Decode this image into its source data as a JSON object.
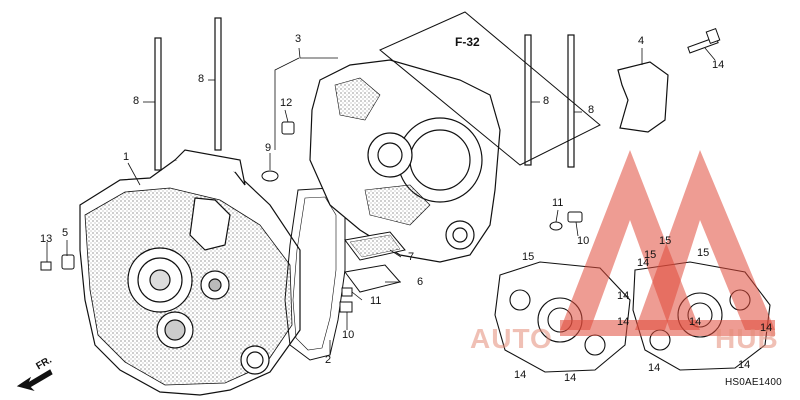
{
  "reference_label": "F-32",
  "diagram_code": "HS0AE1400",
  "front_label": "FR.",
  "watermark": {
    "text_left": "AUTO",
    "text_right": "HUB",
    "color": "#e04a3a"
  },
  "callouts": [
    "1",
    "2",
    "3",
    "4",
    "5",
    "6",
    "7",
    "8",
    "8",
    "8",
    "8",
    "9",
    "10",
    "10",
    "11",
    "11",
    "12",
    "13",
    "14",
    "14",
    "14",
    "14",
    "14",
    "14",
    "14",
    "14",
    "14",
    "14",
    "15",
    "15",
    "15",
    "15"
  ]
}
